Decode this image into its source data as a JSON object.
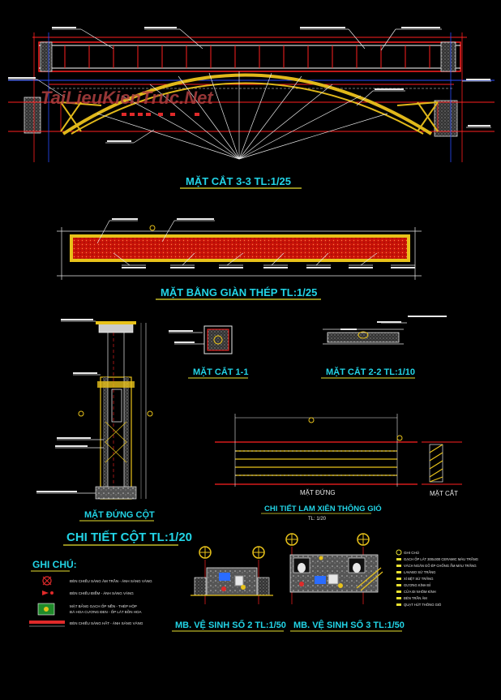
{
  "watermark": {
    "text": "TaiLieuKienTruc.Net"
  },
  "titles": {
    "section_33": "MẶT CẮT 3-3 TL:1/25",
    "plan_truss": "MẶT BẰNG GIÀN THÉP TL:1/25",
    "col_elevation": "MẶT ĐỨNG CỘT",
    "section_11": "MẶT CẮT 1-1",
    "section_22": "MẶT CẮT 2-2 TL:1/10",
    "vent_elev_label": "MẶT ĐỨNG",
    "vent_sec_label": "MẶT CẮT",
    "vent_title": "CHI TIẾT LAM XIÊN THÔNG GIÓ",
    "vent_scale": "TL: 1/20",
    "col_detail": "CHI TIẾT CỘT TL:1/20",
    "notes_title": "GHI CHÚ:",
    "wc2": "MB. VỆ SINH SỐ 2 TL:1/50",
    "wc3": "MB. VỆ SINH SỐ 3 TL:1/50"
  },
  "notes": [
    "ĐÈN CHIẾU SÁNG ÂM TRẦN - ÁNH SÁNG VÀNG",
    "ĐÈN CHIẾU ĐIỂM - ÁNH SÁNG VÀNG",
    "MẶT BẢNG GẠCH ỐP NỀN - THÉP HỘP",
    "ĐÁ HOA CƯƠNG ĐEN - ỐP LÁT BỒN HOA",
    "ĐÈN CHIẾU SÁNG HẮT - ÁNH SÁNG VÀNG"
  ],
  "legend_title": "GHI CHÚ",
  "legend": [
    "GẠCH ỐP LÁT 300x300 CERAMIC MÀU TRẮNG",
    "VÁCH NGĂN GỖ ÉP CHỐNG ẨM MÀU TRẮNG",
    "LAVABO SỨ TRẮNG",
    "XÍ BỆT SỨ TRẮNG",
    "GƯƠNG KÍNH BỈ",
    "CỬA ĐI NHÔM KÍNH",
    "ĐÈN TRẦN ÂM",
    "QUẠT HÚT THÔNG GIÓ"
  ],
  "colors": {
    "title": "#22d4e6",
    "truss_fill": "#d4160b",
    "truss_border": "#e8c21a",
    "arch": "#e0b81a",
    "grid_red": "#ff2020",
    "legend_yellow": "#e8e030"
  }
}
